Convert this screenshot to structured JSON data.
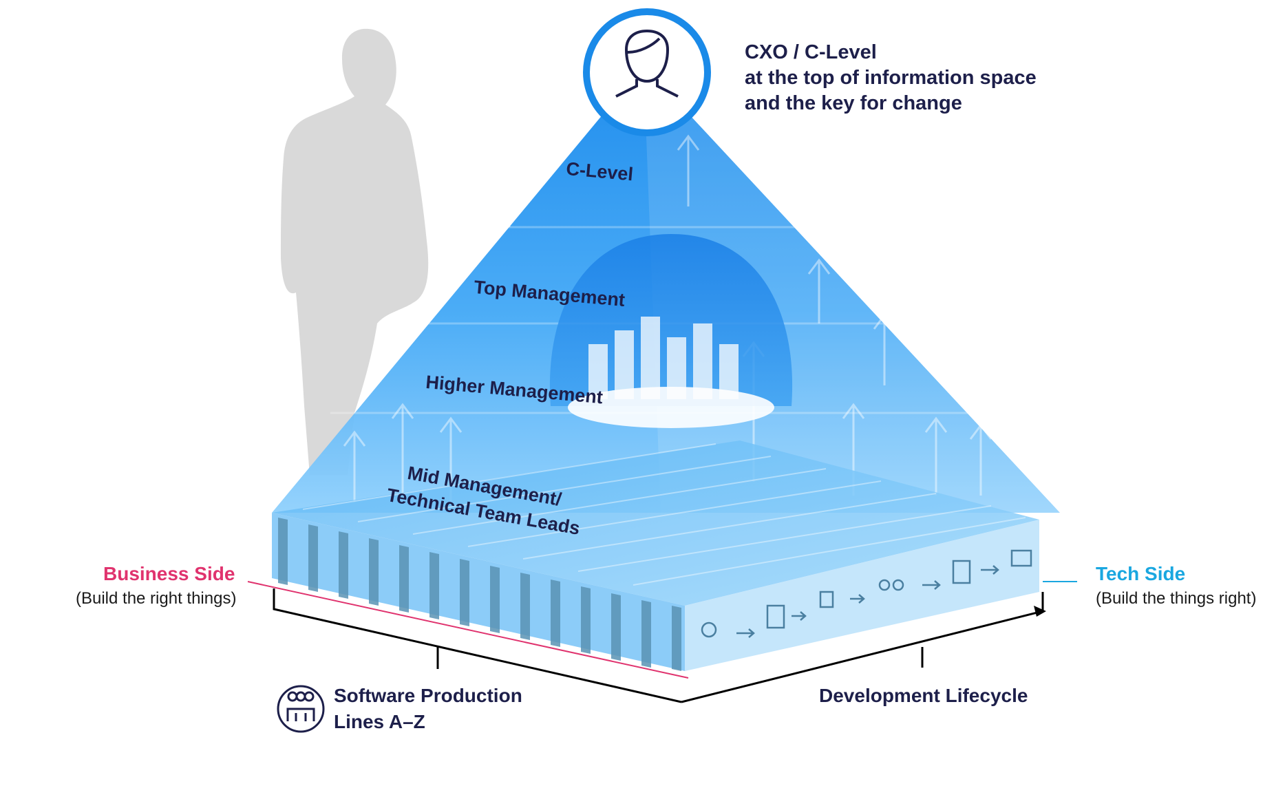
{
  "cxo": {
    "title": "CXO / C-Level",
    "line2": "at the top of information space",
    "line3": "and the key for change",
    "icon": "person-avatar-icon"
  },
  "levels": {
    "c_level": "C-Level",
    "top": "Top Management",
    "higher": "Higher Management",
    "mid_line1": "Mid Management/",
    "mid_line2": "Technical Team Leads"
  },
  "business_side": {
    "title": "Business Side",
    "subtitle": "(Build the right things)",
    "color": "#e0336e"
  },
  "tech_side": {
    "title": "Tech Side",
    "subtitle": "(Build the things right)",
    "color": "#1aa7e0"
  },
  "production_lines": {
    "line1": "Software Production",
    "line2": "Lines A–Z",
    "icon": "team-group-icon"
  },
  "lifecycle": {
    "label": "Development Lifecycle",
    "step_icons": [
      "idea-person-money-icon",
      "documents-icon",
      "file-stack-icon",
      "team-icon",
      "code-file-icon",
      "monitor-settings-icon"
    ]
  },
  "colors": {
    "pyramid": "#1e90ee",
    "pyramid_light": "#7cc6fb",
    "silhouette": "#d9d9d9",
    "text_dark": "#1d1f4a"
  }
}
